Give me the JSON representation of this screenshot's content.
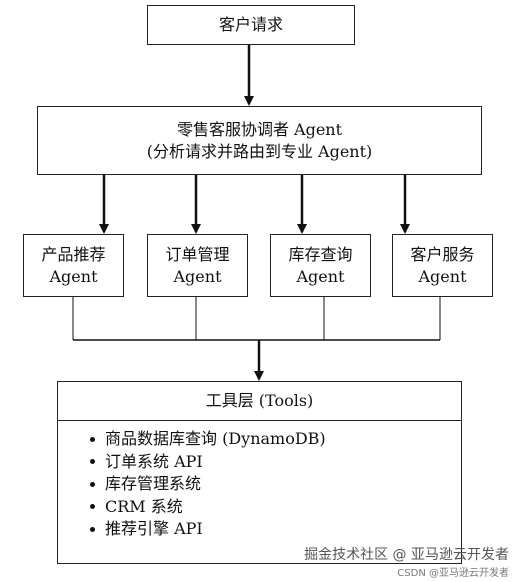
{
  "client_request": "客户请求",
  "coordinator": {
    "line1": "零售客服协调者 Agent",
    "line2": "(分析请求并路由到专业 Agent)"
  },
  "agents": [
    {
      "name": "产品推荐",
      "suffix": "Agent"
    },
    {
      "name": "订单管理",
      "suffix": "Agent"
    },
    {
      "name": "库存查询",
      "suffix": "Agent"
    },
    {
      "name": "客户服务",
      "suffix": "Agent"
    }
  ],
  "tools": {
    "title": "工具层 (Tools)",
    "items": [
      "商品数据库查询 (DynamoDB)",
      "订单系统 API",
      "库存管理系统",
      "CRM 系统",
      "推荐引擎 API"
    ]
  },
  "watermark": {
    "main": "掘金技术社区 @ 亚马逊云开发者",
    "sub": "CSDN @亚马逊云开发者"
  }
}
